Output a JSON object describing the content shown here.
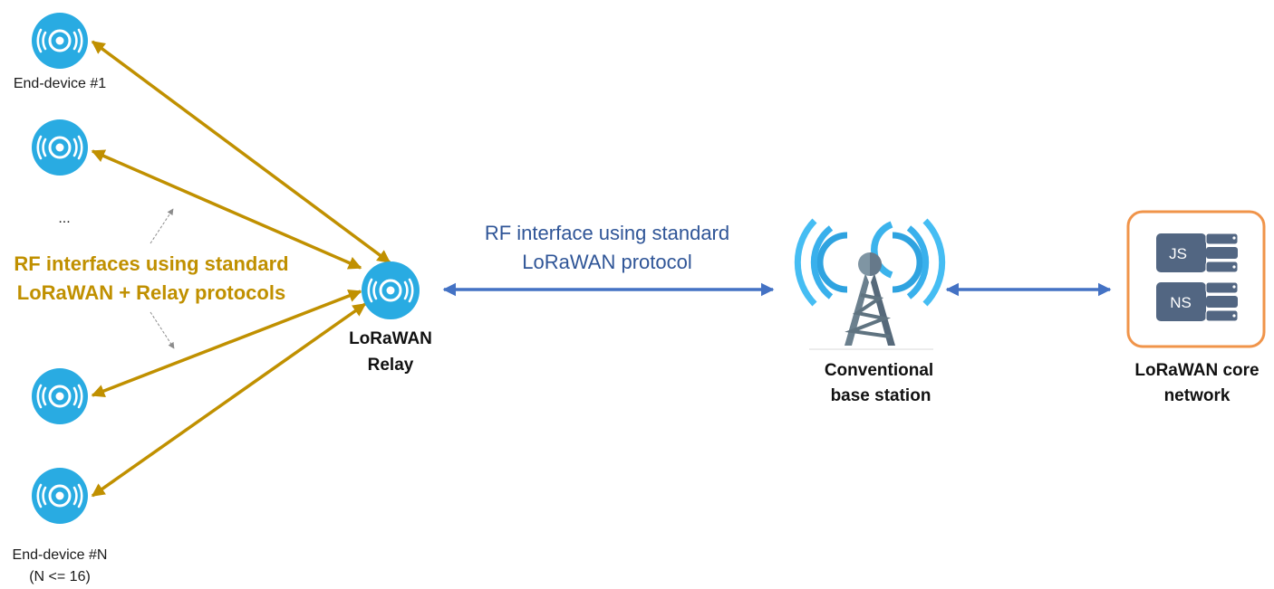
{
  "colors": {
    "device_blue": "#29abe2",
    "relay_link": "#c09000",
    "backhaul_link": "#4472c4",
    "annotation_gray": "#8c8c8c",
    "tower_signal": "#3bb3ec",
    "tower_body": "#5f7380",
    "server_fill": "#526682",
    "core_border": "#f0944a",
    "gold_text": "#c09000",
    "blue_text": "#2f5597"
  },
  "end_devices": [
    {
      "id": "ed1",
      "label": "End-device #1",
      "sublabel": "",
      "icon": "radio-signal-icon"
    },
    {
      "id": "ed2",
      "label": "",
      "sublabel": "",
      "icon": "radio-signal-icon"
    },
    {
      "id": "ed3",
      "label": "",
      "sublabel": "",
      "icon": "radio-signal-icon"
    },
    {
      "id": "edN",
      "label": "End-device #N",
      "sublabel": "(N <= 16)",
      "icon": "radio-signal-icon"
    }
  ],
  "ellipsis": "...",
  "relay_protocol_text": {
    "line1": "RF interfaces using standard",
    "line2": "LoRaWAN + Relay protocols"
  },
  "relay": {
    "line1": "LoRaWAN",
    "line2": "Relay",
    "icon": "radio-signal-icon"
  },
  "backhaul_text": {
    "line1": "RF interface using standard",
    "line2": "LoRaWAN protocol"
  },
  "base_station": {
    "line1": "Conventional",
    "line2": "base station",
    "icon": "cell-tower-icon"
  },
  "core_network": {
    "line1": "LoRaWAN core",
    "line2": "network",
    "servers": [
      {
        "label": "JS"
      },
      {
        "label": "NS"
      }
    ]
  }
}
